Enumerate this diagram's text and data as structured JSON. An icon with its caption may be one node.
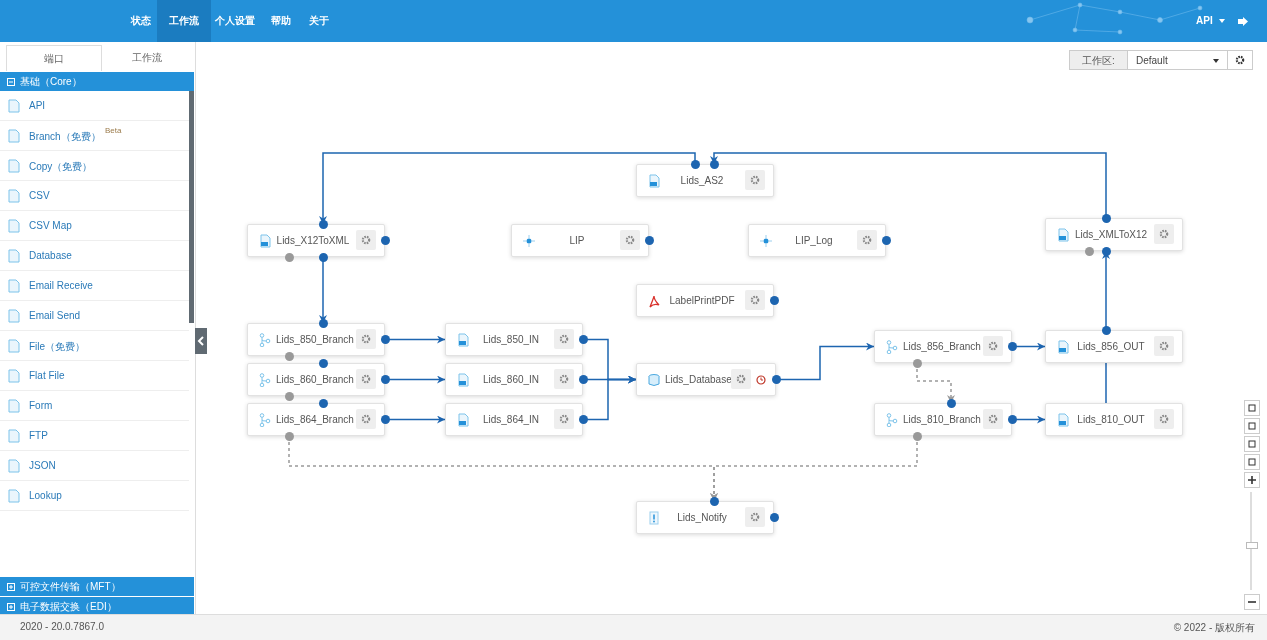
{
  "diagram": {
    "nodes": [
      {
        "text": [
          "Lids_AS2"
        ]
      },
      {
        "text": [
          "Lids_X12ToXML"
        ]
      },
      {
        "text": [
          "LIP"
        ]
      },
      {
        "text": [
          "LIP_Log"
        ]
      },
      {
        "text": [
          "Lids_XMLToX12"
        ]
      },
      {
        "text": [
          "LabelPrintPDF"
        ]
      },
      {
        "text": [
          "Lids_850_Branch"
        ]
      },
      {
        "text": [
          "Lids_850_IN"
        ]
      },
      {
        "text": [
          "Lids_856_Branch"
        ]
      },
      {
        "text": [
          "Lids_856_OUT"
        ]
      },
      {
        "text": [
          "Lids_860_Branch"
        ]
      },
      {
        "text": [
          "Lids_860_IN"
        ]
      },
      {
        "text": [
          "Lids_Database"
        ]
      },
      {
        "text": [
          "Lids_864_Branch"
        ]
      },
      {
        "text": [
          "Lids_864_IN"
        ]
      },
      {
        "text": [
          "Lids_810_Branch"
        ]
      },
      {
        "text": [
          "Lids_810_OUT"
        ]
      },
      {
        "text": [
          "Lids_Notify"
        ]
      }
    ],
    "edges": [
      {
        "from": 0,
        "to": 1,
        "arrow": "to"
      },
      {
        "from": 1,
        "to": 6,
        "arrow": "to"
      },
      {
        "from": 6,
        "to": 7,
        "arrow": "to"
      },
      {
        "from": 10,
        "to": 11,
        "arrow": "to"
      },
      {
        "from": 13,
        "to": 14,
        "arrow": "to"
      },
      {
        "from": 7,
        "to": 12,
        "arrow": "to"
      },
      {
        "from": 11,
        "to": 12,
        "arrow": "to"
      },
      {
        "from": 14,
        "to": 12,
        "arrow": "to"
      },
      {
        "from": 12,
        "to": 8,
        "arrow": "to"
      },
      {
        "from": 8,
        "to": 9,
        "arrow": "to"
      },
      {
        "from": 8,
        "to": 15,
        "arrow": "to",
        "style": "dashed",
        "color": "#999999"
      },
      {
        "from": 15,
        "to": 16,
        "arrow": "to"
      },
      {
        "from": 16,
        "to": 9,
        "arrow": "none"
      },
      {
        "from": 9,
        "to": 4,
        "arrow": "to"
      },
      {
        "from": 4,
        "to": 0,
        "arrow": "to"
      },
      {
        "from": 13,
        "to": 17,
        "arrow": "to",
        "style": "dashed",
        "color": "#999999"
      },
      {
        "from": 15,
        "to": 17,
        "arrow": "to",
        "style": "dashed",
        "color": "#999999"
      }
    ],
    "labels": [
      "状态",
      "工作流",
      "个人设置",
      "帮助",
      "关于",
      "API",
      "端口",
      "工作流",
      "工作区:",
      "Default",
      "基础（Core）",
      "API",
      "Branch（免费）",
      "Beta",
      "Copy（免费）",
      "CSV",
      "CSV Map",
      "Database",
      "Email Receive",
      "Email Send",
      "File（免费）",
      "Flat File",
      "Form",
      "FTP",
      "JSON",
      "Lookup",
      "可控文件传输（MFT）",
      "电子数据交换（EDI）",
      "2020 - 20.0.7867.0",
      "© 2022 - 版权所有"
    ]
  }
}
